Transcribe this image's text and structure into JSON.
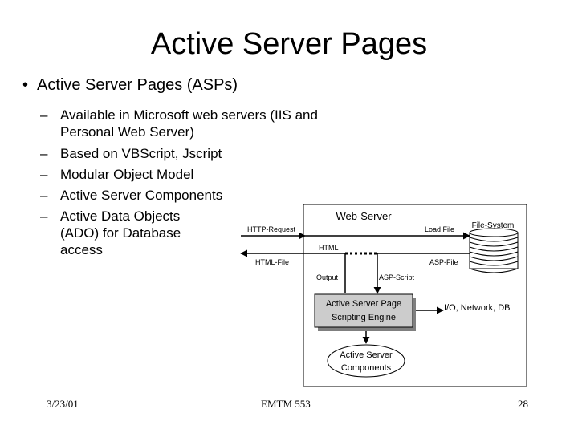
{
  "slide": {
    "title": "Active Server Pages",
    "bullet": "Active Server Pages (ASPs)",
    "subitems": [
      [
        "Available in Microsoft web servers (IIS and",
        "Personal Web Server)"
      ],
      [
        "Based on VBScript, Jscript"
      ],
      [
        "Modular Object Model"
      ],
      [
        "Active Server Components"
      ],
      [
        "Active Data Objects",
        "(ADO) for Database",
        "access"
      ]
    ]
  },
  "diagram": {
    "web_server": "Web-Server",
    "http_request": "HTTP-Request",
    "html_file": "HTML-File",
    "html": "HTML",
    "load_file": "Load File",
    "file_system": "File-System",
    "asp_file": "ASP-File",
    "output": "Output",
    "asp_script": "ASP-Script",
    "engine_line1": "Active Server Page",
    "engine_line2": "Scripting Engine",
    "io": "I/O, Network, DB",
    "components_line1": "Active Server",
    "components_line2": "Components"
  },
  "footer": {
    "date": "3/23/01",
    "course": "EMTM 553",
    "page": "28"
  }
}
